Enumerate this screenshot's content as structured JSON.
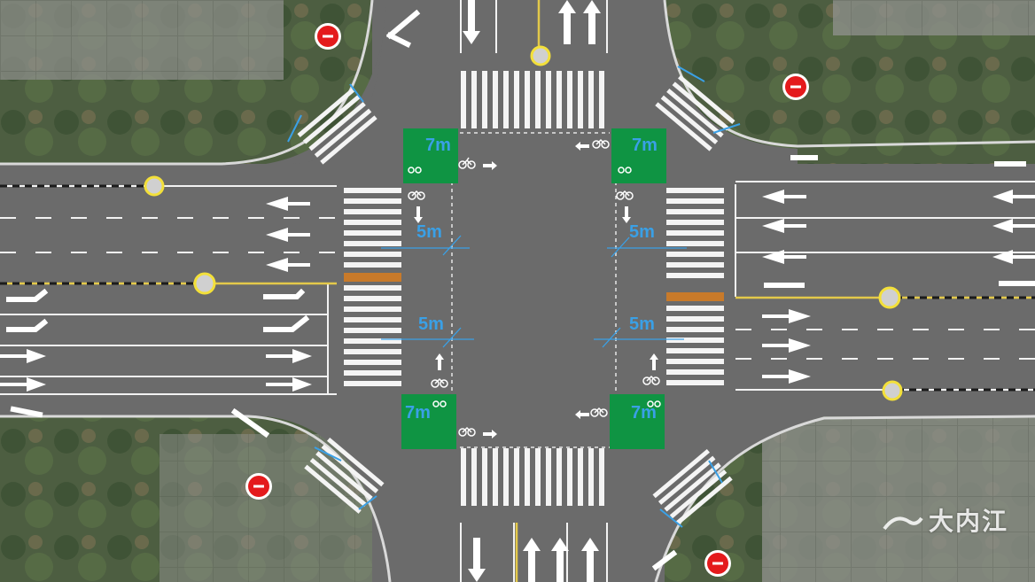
{
  "intersection": {
    "dimensions": {
      "bike_box_nw": "7m",
      "bike_box_ne": "7m",
      "bike_box_sw": "7m",
      "bike_box_se": "7m",
      "gap_w_upper": "5m",
      "gap_e_upper": "5m",
      "gap_w_lower": "5m",
      "gap_e_lower": "5m"
    },
    "colors": {
      "asphalt": "#6b6b6b",
      "bike_box": "#0f9443",
      "dimension_text": "#3aa0e6",
      "center_line": "#e3c94a",
      "signal_marker": "#e41a1c",
      "marking": "#ffffff"
    },
    "icons": [
      "bicycle-icon",
      "arrow-icon",
      "no-entry-sign-icon",
      "bollard-icon"
    ]
  },
  "watermark": {
    "text": "大内江"
  }
}
